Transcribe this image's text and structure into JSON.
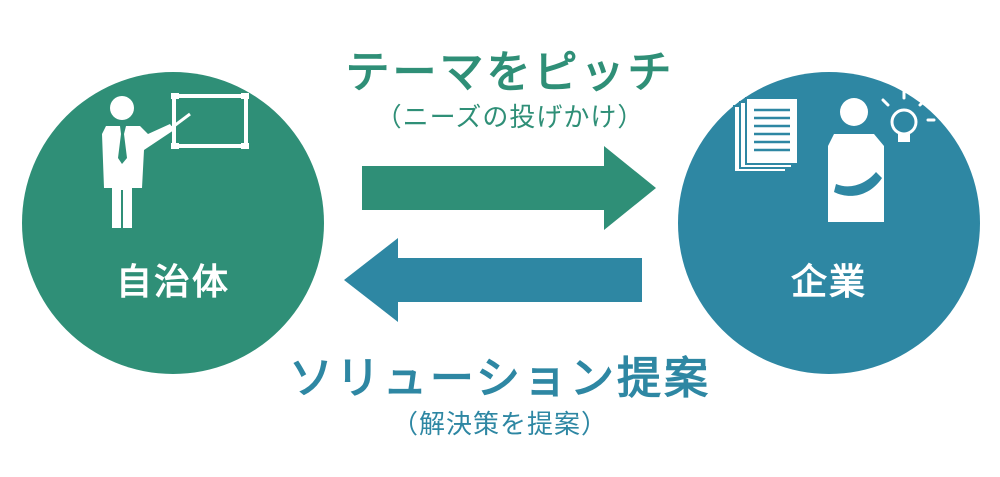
{
  "diagram": {
    "left_node": {
      "label": "自治体"
    },
    "right_node": {
      "label": "企業"
    },
    "top_flow": {
      "title": "テーマをピッチ",
      "subtitle": "（ニーズの投げかけ）"
    },
    "bottom_flow": {
      "title": "ソリューション提案",
      "subtitle": "（解決策を提案）"
    }
  },
  "colors": {
    "green": "#2f8f77",
    "blue": "#2e87a3",
    "white": "#ffffff"
  },
  "icons": {
    "left": "presenter-at-whiteboard-icon",
    "right": "thinking-person-with-documents-and-lightbulb-icon",
    "top_arrow": "arrow-right-icon",
    "bottom_arrow": "arrow-left-icon"
  }
}
